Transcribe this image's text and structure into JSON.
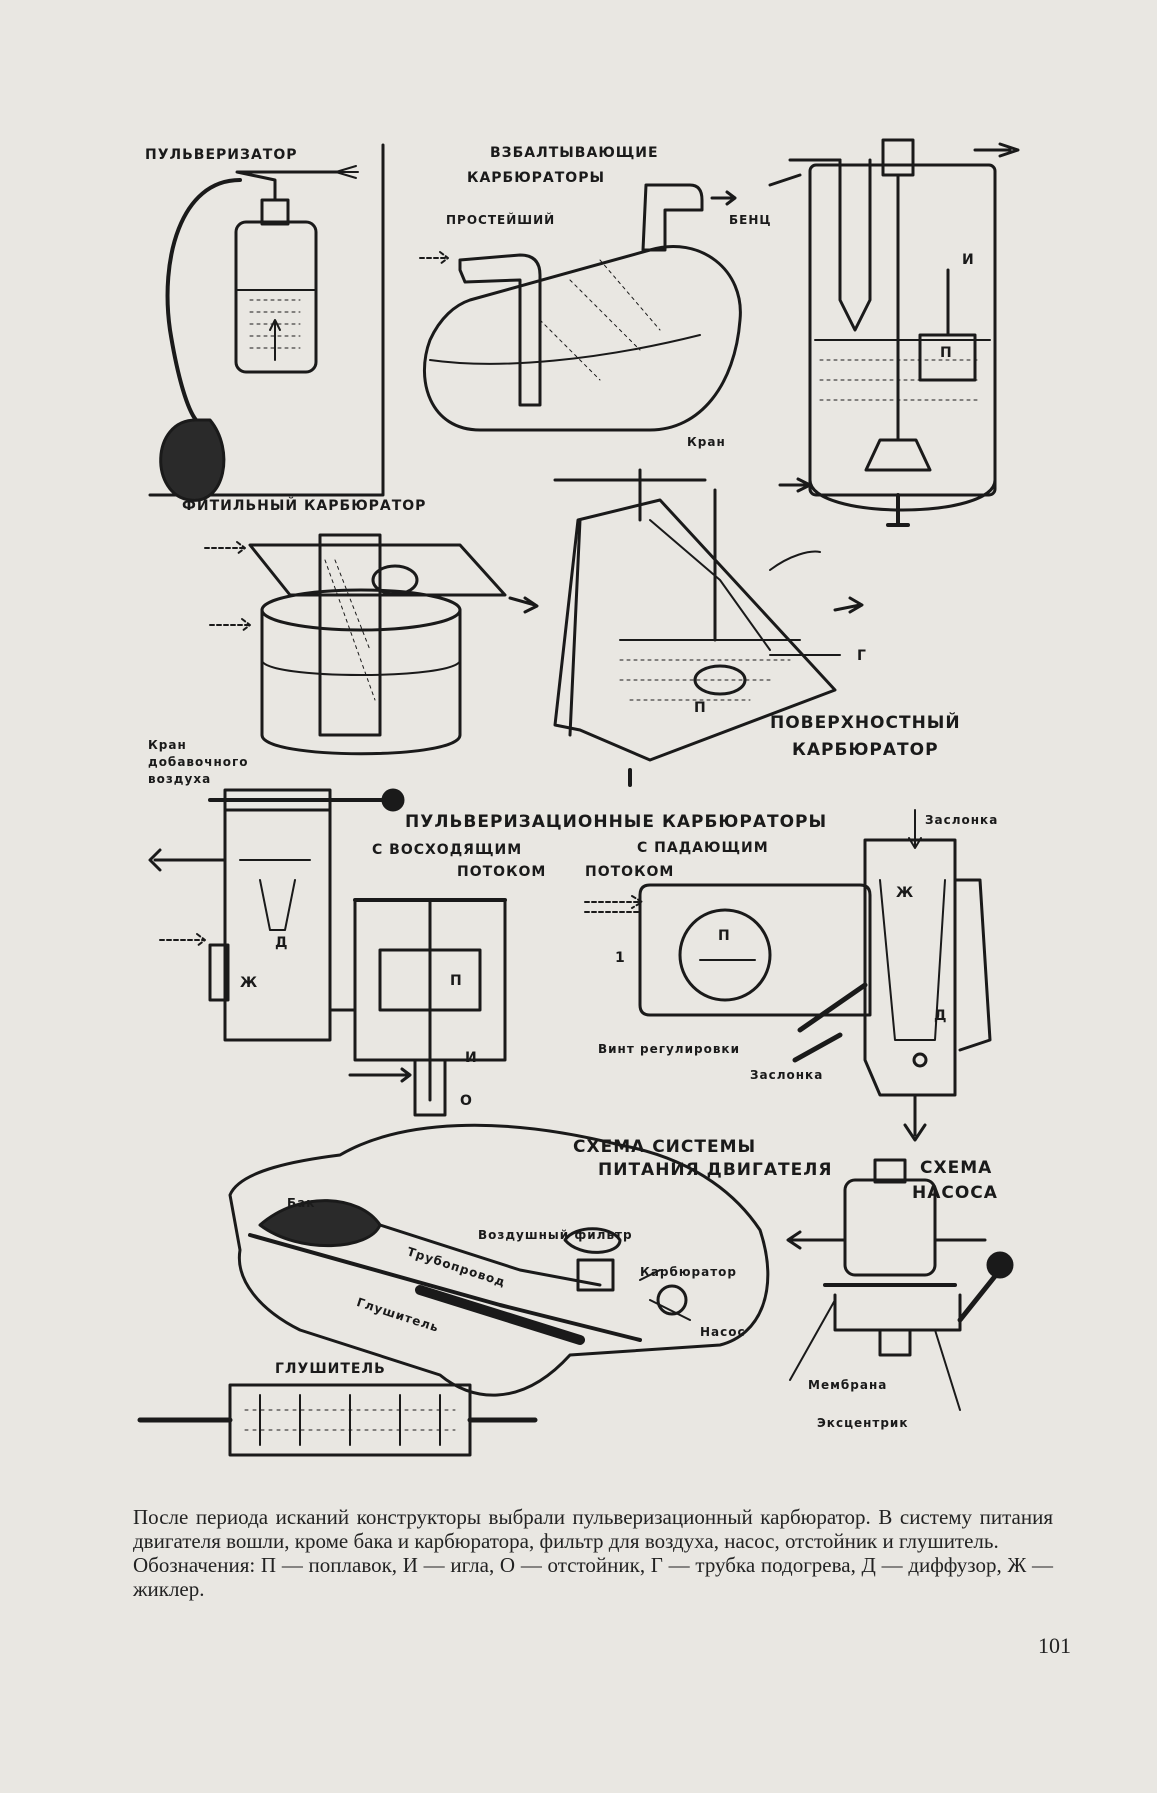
{
  "figure_labels": {
    "pulverizator": "ПУЛЬВЕРИЗАТОР",
    "vzbaltyvayushchie_1": "ВЗБАЛТЫВАЮЩИЕ",
    "vzbaltyvayushchie_2": "КАРБЮРАТОРЫ",
    "prosteyshiy": "ПРОСТЕЙШИЙ",
    "benz": "БЕНЦ",
    "fitilny": "ФИТИЛЬНЫЙ КАРБЮРАТОР",
    "kran": "Кран",
    "poverkhnostny_1": "ПОВЕРХНОСТНЫЙ",
    "poverkhnostny_2": "КАРБЮРАТОР",
    "kran_dobavochnogo_1": "Кран",
    "kran_dobavochnogo_2": "добавочного",
    "kran_dobavochnogo_3": "воздуха",
    "pulverizatsionnye": "ПУЛЬВЕРИЗАЦИОННЫЕ КАРБЮРАТОРЫ",
    "s_voskhodyashchim_1": "С ВОСХОДЯЩИМ",
    "s_voskhodyashchim_2": "ПОТОКОМ",
    "s_padayushchim_1": "С ПАДАЮЩИМ",
    "s_padayushchim_2": "ПОТОКОМ",
    "zaslonka_top": "Заслонка",
    "vint": "Винт регулировки",
    "zaslonka_bottom": "Заслонка",
    "skhema_sistemy_1": "СХЕМА СИСТЕМЫ",
    "skhema_sistemy_2": "ПИТАНИЯ ДВИГАТЕЛЯ",
    "skhema_nasosa_1": "СХЕМА",
    "skhema_nasosa_2": "НАСОСА",
    "bak": "Бак",
    "vozdushny_filtr": "Воздушный фильтр",
    "karburator": "Карбюратор",
    "truboprovod": "Трубопровод",
    "glushitel_car": "Глушитель",
    "nasos": "Насос",
    "glushitel_title": "ГЛУШИТЕЛЬ",
    "membrana": "Мембрана",
    "ekstsentrik": "Эксцентрик",
    "letter_i1": "И",
    "letter_p1": "П",
    "letter_g": "Г",
    "letter_p2": "П",
    "letter_d1": "Д",
    "letter_zh1": "Ж",
    "letter_p3": "П",
    "letter_i2": "И",
    "letter_o": "О",
    "letter_1": "1",
    "letter_p4": "П",
    "letter_zh2": "Ж",
    "letter_d2": "Д"
  },
  "caption": {
    "paragraph1": "После периода исканий конструкторы выбрали пульверизационный карбюратор. В систему питания двигателя вошли, кроме бака и карбюратора, фильтр для воздуха, насос, отстойник и глушитель.",
    "paragraph2": "Обозначения: П — поплавок, И — игла, О — отстойник, Г — трубка подогрева, Д — диффузор, Ж — жиклер."
  },
  "page_number": "101"
}
